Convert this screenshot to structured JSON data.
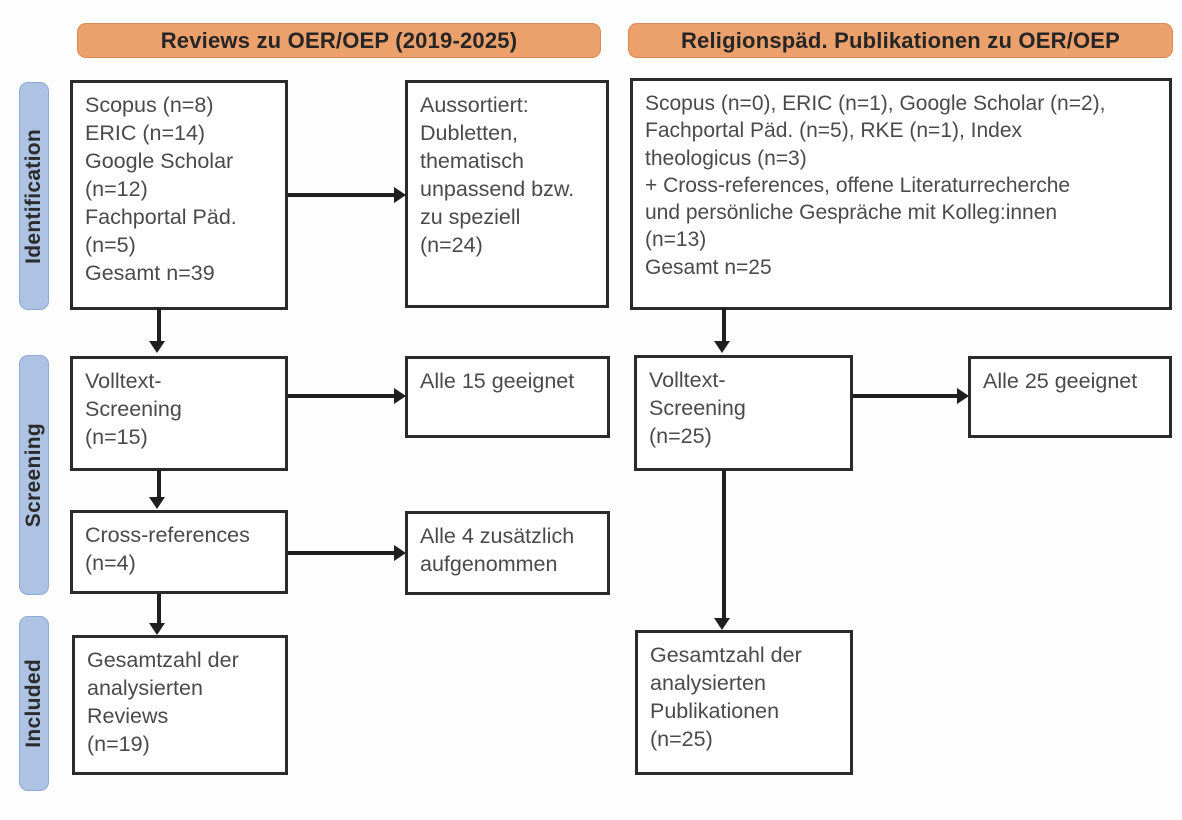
{
  "figure": {
    "type": "prisma-flow-diagram",
    "title_left": "Reviews zu OER/OEP (2019-2025)",
    "title_right": "Religionspäd. Publikationen zu OER/OEP"
  },
  "colors": {
    "header_fill": "#eca06b",
    "header_border": "#d98a52",
    "phase_fill": "#aec3e3",
    "phase_border": "#8ea9d2",
    "box_border": "#2b2b2b",
    "box_fill": "#ffffff",
    "text": "#4a4a4a",
    "connector": "#1f1f1f"
  },
  "phases": [
    {
      "id": "identification",
      "label": "Identification"
    },
    {
      "id": "screening",
      "label": "Screening"
    },
    {
      "id": "included",
      "label": "Included"
    }
  ],
  "columns": {
    "left": {
      "header": "Reviews zu OER/OEP (2019-2025)",
      "boxes": {
        "sources": "Scopus (n=8)\nERIC (n=14)\nGoogle Scholar\n(n=12)\nFachportal Päd.\n(n=5)\nGesamt n=39",
        "excluded": "Aussortiert:\nDubletten,\nthematisch\nunpassend bzw.\nzu speziell\n(n=24)",
        "fulltext": "Volltext-\nScreening\n(n=15)",
        "all_fit": "Alle 15 geeignet",
        "cross_references": "Cross-references\n(n=4)",
        "cross_added": "Alle 4 zusätzlich\naufgenommen",
        "included_total": "Gesamtzahl der\nanalysierten\nReviews\n(n=19)"
      },
      "counts": {
        "scopus": 8,
        "eric": 14,
        "google_scholar": 12,
        "fachportal_paed": 5,
        "gesamt_identifiziert": 39,
        "aussortiert": 24,
        "volltext_screening": 15,
        "alle_geeignet": 15,
        "cross_references": 4,
        "cross_references_aufgenommen": 4,
        "included_total": 19
      }
    },
    "right": {
      "header": "Religionspäd. Publikationen zu OER/OEP",
      "boxes": {
        "sources": "Scopus (n=0), ERIC (n=1), Google Scholar (n=2),\nFachportal Päd. (n=5), RKE (n=1), Index\ntheologicus (n=3)\n+ Cross-references, offene Literaturrecherche\nund persönliche Gespräche mit Kolleg:innen\n(n=13)\nGesamt n=25",
        "fulltext": "Volltext-\nScreening\n(n=25)",
        "all_fit": "Alle 25 geeignet",
        "included_total": "Gesamtzahl der\nanalysierten\nPublikationen\n(n=25)"
      },
      "counts": {
        "scopus": 0,
        "eric": 1,
        "google_scholar": 2,
        "fachportal_paed": 5,
        "rke": 1,
        "index_theologicus": 3,
        "cross_references_und_gespraeche": 13,
        "gesamt_identifiziert": 25,
        "volltext_screening": 25,
        "alle_geeignet": 25,
        "included_total": 25
      }
    }
  }
}
